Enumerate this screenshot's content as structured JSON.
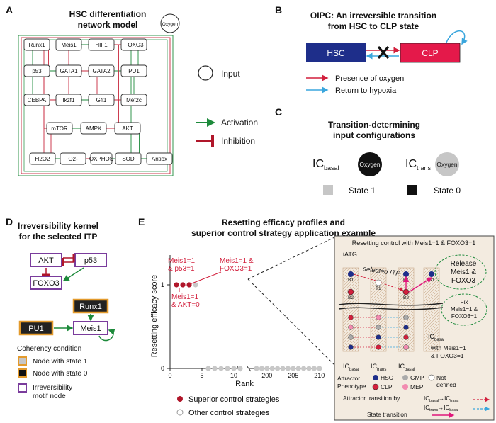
{
  "panelA": {
    "letter": "A",
    "title": [
      "HSC differentiation",
      "network model"
    ],
    "oxygen": "Oxygen",
    "nodes": [
      "Runx1",
      "Meis1",
      "HIF1",
      "FOXO3",
      "p53",
      "GATA1",
      "GATA2",
      "PU1",
      "CEBPA",
      "Ikzf1",
      "Gfi1",
      "Mef2c",
      "mTOR",
      "AMPK",
      "AKT",
      "H2O2",
      "O2-",
      "OXPHOS",
      "SOD",
      "Antiox"
    ],
    "legend": {
      "input": "Input",
      "activation": "Activation",
      "inhibition": "Inhibition"
    }
  },
  "panelB": {
    "letter": "B",
    "title": [
      "OIPC: An irreversible transition",
      "from HSC to CLP state"
    ],
    "hsc": "HSC",
    "clp": "CLP",
    "legend_red": "Presence of oxygen",
    "legend_blue": "Return to hypoxia"
  },
  "panelC": {
    "letter": "C",
    "title": [
      "Transition-determining",
      "input configurations"
    ],
    "ic_basal_main": "IC",
    "ic_basal_sub": "basal",
    "ic_trans_main": "IC",
    "ic_trans_sub": "trans",
    "oxygen": "Oxygen",
    "state1": "State 1",
    "state0": "State 0"
  },
  "panelD": {
    "letter": "D",
    "title": [
      "Irreversibility kernel",
      "for the selected ITP"
    ],
    "nodes": {
      "akt": "AKT",
      "p53": "p53",
      "foxo3": "FOXO3",
      "runx1": "Runx1",
      "pu1": "PU1",
      "meis1": "Meis1"
    },
    "coherency": "Coherency condition",
    "state1": "Node with state 1",
    "state0": "Node with state 0",
    "motif": [
      "Irreversibility",
      "motif node"
    ]
  },
  "panelE": {
    "letter": "E",
    "title": [
      "Resetting efficacy profiles and",
      "superior control strategy application example"
    ],
    "ylabel": "Resetting efficacy score",
    "xlabel": "Rank",
    "ann1": [
      "Meis1=1",
      "& p53=1"
    ],
    "ann2": [
      "Meis1=1 &",
      "FOXO3=1"
    ],
    "ann3": [
      "Meis1=1",
      "& AKT=0"
    ],
    "legend_superior": "Superior control strategies",
    "legend_other": "Other control strategies",
    "inset": {
      "title": "Resetting control with Meis1=1 & FOXO3=1",
      "iatg": "iATG",
      "selected_itp": "selected ITP",
      "release": [
        "Release",
        "Meis1 &",
        "FOXO3"
      ],
      "fix": [
        "Fix",
        "Meis1=1 &",
        "FOXO3=1"
      ],
      "b1": "B1",
      "b2": "B2",
      "t1": "T1",
      "ic": "IC",
      "basal": "basal",
      "trans": "trans",
      "with": [
        "with Meis1=1",
        "& FOXO3=1"
      ],
      "attractor": [
        "Attractor",
        "Phenotype"
      ],
      "hsc": "HSC",
      "gmp": "GMP",
      "clp": "CLP",
      "mep": "MEP",
      "notdefined": [
        "Not",
        "defined"
      ],
      "transition_by": "Attractor transition by",
      "state_transition": "State transition"
    }
  },
  "chart_data": {
    "type": "scatter",
    "ylabel": "Resetting efficacy score",
    "xlabel": "Rank",
    "x_ticks_left": [
      0,
      5,
      10
    ],
    "x_ticks_right": [
      200,
      205,
      210
    ],
    "y_ticks": [
      0,
      1
    ],
    "series": [
      {
        "name": "Superior control strategies",
        "color": "#b0162a",
        "x": [
          1,
          2,
          3
        ],
        "y": [
          1,
          1,
          1
        ]
      },
      {
        "name": "Other control strategies",
        "color": "#c8c8c8",
        "x": [
          4,
          6,
          7,
          8,
          9,
          10,
          11,
          198,
          199,
          200,
          201,
          202,
          203,
          204,
          205,
          206,
          207,
          208,
          209,
          210
        ],
        "y": [
          1,
          0,
          0,
          0,
          0,
          0,
          0,
          0,
          0,
          0,
          0,
          0,
          0,
          0,
          0,
          0,
          0,
          0,
          0,
          0
        ]
      }
    ]
  }
}
